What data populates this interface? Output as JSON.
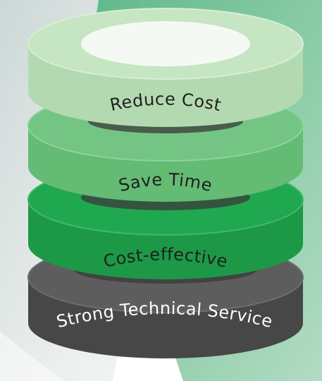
{
  "layers": [
    {
      "label": "Reduce Cost",
      "color": "#b9ddb6"
    },
    {
      "label": "Save Time",
      "color": "#6cc27b"
    },
    {
      "label": "Cost-effective",
      "color": "#1ea14c"
    },
    {
      "label": "Strong Technical Service",
      "color": "#515151"
    }
  ],
  "colors": {
    "background_green": "#8fc9a4",
    "photo_gray": "#d9dfde",
    "label_dark": "#1f1f1f",
    "label_light": "#ffffff"
  }
}
